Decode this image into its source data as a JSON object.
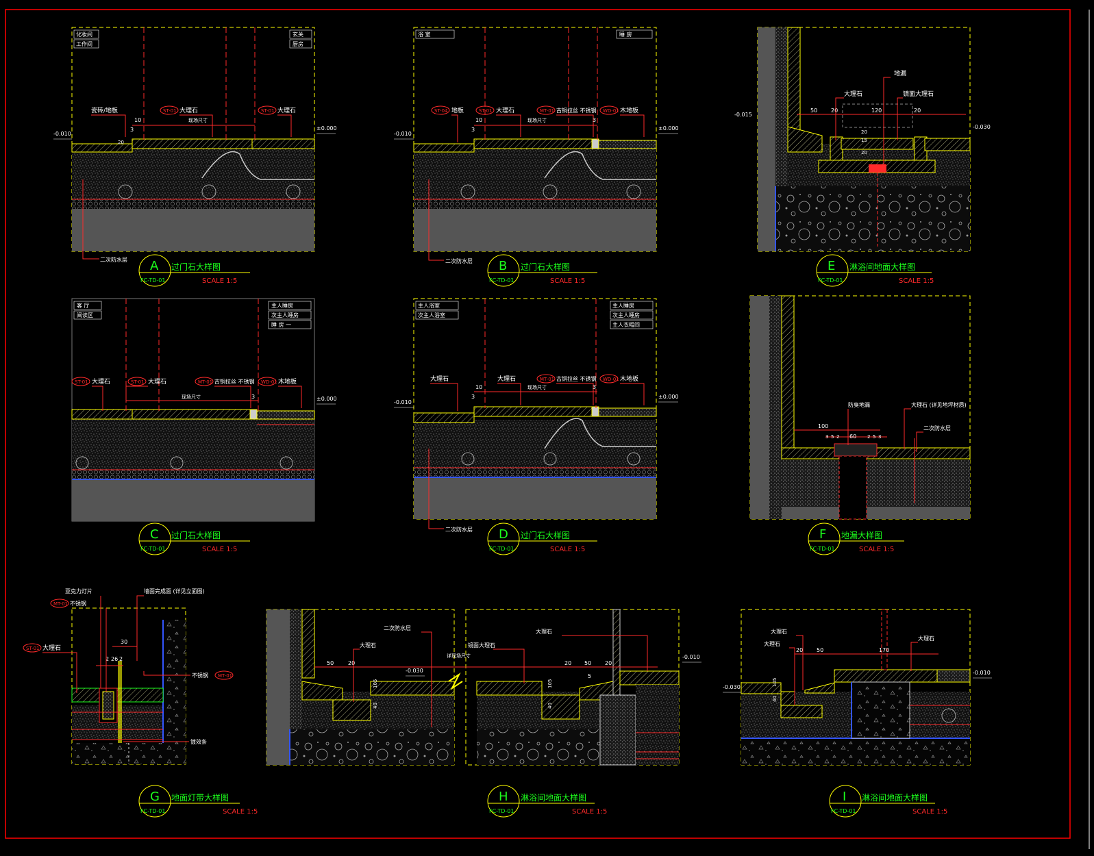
{
  "colors": {
    "background": "#000000",
    "frame": "#ff0000",
    "detail_border": "#ffff00",
    "dimension": "#ff2a2a",
    "text": "#ffffff",
    "title": "#1cff1c",
    "concrete": "#555555"
  },
  "details": [
    {
      "letter": "A",
      "title": "过门石大样图",
      "ref": "FC-TD-01",
      "scale": "SCALE 1:5",
      "rooms_left": [
        "化妆间",
        "工作间"
      ],
      "rooms_right": [
        "玄关",
        "厨房"
      ],
      "callouts": [
        {
          "tag": "",
          "text": "瓷砖/地板"
        },
        {
          "tag": "ST-01",
          "text": "大理石"
        },
        {
          "tag": "ST-01",
          "text": "大理石"
        }
      ],
      "level_left": "-0.010",
      "level_right": "±0.000",
      "dims": [
        "10",
        "3",
        "现场尺寸",
        "20"
      ],
      "bottom_note": "二次防水层"
    },
    {
      "letter": "B",
      "title": "过门石大样图",
      "ref": "FC-TD-01",
      "scale": "SCALE 1:5",
      "rooms_left": [
        "浴 室"
      ],
      "rooms_right": [
        "睡 房"
      ],
      "callouts": [
        {
          "tag": "ST-04",
          "text": "地板"
        },
        {
          "tag": "ST-01",
          "text": "大理石"
        },
        {
          "tag": "MT-01",
          "text": "古铜拉丝 不锈钢"
        },
        {
          "tag": "WD-01",
          "text": "木地板"
        }
      ],
      "level_left": "-0.010",
      "level_right": "±0.000",
      "dims": [
        "10",
        "3",
        "现场尺寸",
        "3"
      ],
      "bottom_note": "二次防水层"
    },
    {
      "letter": "E",
      "title": "淋浴间地面大样图",
      "ref": "FC-TD-01",
      "scale": "SCALE 1:5",
      "callouts": [
        {
          "tag": "",
          "text": "大理石"
        },
        {
          "tag": "",
          "text": "地漏"
        },
        {
          "tag": "",
          "text": "镜面大理石"
        }
      ],
      "level_left": "-0.015",
      "level_right": "-0.030",
      "dims": [
        "50",
        "20",
        "120",
        "20",
        "20",
        "15",
        "20"
      ]
    },
    {
      "letter": "C",
      "title": "过门石大样图",
      "ref": "FC-TD-01",
      "scale": "SCALE 1:5",
      "rooms_left": [
        "客 厅",
        "阅读区"
      ],
      "rooms_right": [
        "主人睡房",
        "次主人睡房",
        "睡 房 一"
      ],
      "callouts": [
        {
          "tag": "ST-01",
          "text": "大理石"
        },
        {
          "tag": "ST-01",
          "text": "大理石"
        },
        {
          "tag": "MT-01",
          "text": "古铜拉丝 不锈钢"
        },
        {
          "tag": "WD-01",
          "text": "木地板"
        }
      ],
      "level_right": "±0.000",
      "dims": [
        "现场尺寸",
        "3"
      ]
    },
    {
      "letter": "D",
      "title": "过门石大样图",
      "ref": "FC-TD-01",
      "scale": "SCALE 1:5",
      "rooms_left": [
        "主人浴室",
        "次主人浴室"
      ],
      "rooms_right": [
        "主人睡房",
        "次主人睡房",
        "主人衣帽间"
      ],
      "callouts": [
        {
          "tag": "",
          "text": "大理石"
        },
        {
          "tag": "",
          "text": "大理石"
        },
        {
          "tag": "MT-01",
          "text": "古铜拉丝 不锈钢"
        },
        {
          "tag": "WD-01",
          "text": "木地板"
        }
      ],
      "level_left": "-0.010",
      "level_right": "±0.000",
      "dims": [
        "10",
        "3",
        "现场尺寸",
        "3"
      ],
      "bottom_note": "二次防水层"
    },
    {
      "letter": "F",
      "title": "地漏大样图",
      "ref": "FC-TD-01",
      "scale": "SCALE 1:5",
      "callouts": [
        {
          "tag": "",
          "text": "防臭地漏"
        },
        {
          "tag": "",
          "text": "大理石 (详见地坪材质)"
        },
        {
          "tag": "",
          "text": "二次防水层"
        }
      ],
      "dims": [
        "100",
        "3",
        "5",
        "2",
        "60",
        "2",
        "5",
        "3"
      ]
    },
    {
      "letter": "G",
      "title": "地面灯带大样图",
      "ref": "FC-TD-01",
      "scale": "SCALE 1:5",
      "callouts": [
        {
          "tag": "",
          "text": "亚克力灯片"
        },
        {
          "tag": "MT-01",
          "text": "不锈钢"
        },
        {
          "tag": "",
          "text": "墙面完成面 (详见立面图)"
        },
        {
          "tag": "ST-01",
          "text": "大理石"
        },
        {
          "tag": "MT-01",
          "text": "不锈钢"
        },
        {
          "tag": "",
          "text": "镀效条"
        }
      ],
      "dims": [
        "30",
        "2",
        "26",
        "2"
      ]
    },
    {
      "letter": "H",
      "title": "淋浴间地面大样图",
      "ref": "FC-TD-01",
      "scale": "SCALE 1:5",
      "callouts": [
        {
          "tag": "",
          "text": "二次防水层"
        },
        {
          "tag": "",
          "text": "大理石"
        },
        {
          "tag": "",
          "text": "镜面大理石"
        },
        {
          "tag": "",
          "text": "大理石"
        },
        {
          "tag": "",
          "text": "详现场尺寸"
        }
      ],
      "level_mid": "-0.030",
      "level_right": "-0.010",
      "dims": [
        "50",
        "20",
        "105",
        "40",
        "20",
        "50",
        "20",
        "40",
        "105",
        "5"
      ]
    },
    {
      "letter": "I",
      "title": "淋浴间地面大样图",
      "ref": "FC-TD-01",
      "scale": "SCALE 1:5",
      "callouts": [
        {
          "tag": "",
          "text": "大理石"
        },
        {
          "tag": "",
          "text": "大理石"
        },
        {
          "tag": "",
          "text": "大理石"
        }
      ],
      "level_left": "-0.030",
      "level_right": "-0.010",
      "dims": [
        "20",
        "50",
        "170",
        "105",
        "40"
      ]
    }
  ]
}
